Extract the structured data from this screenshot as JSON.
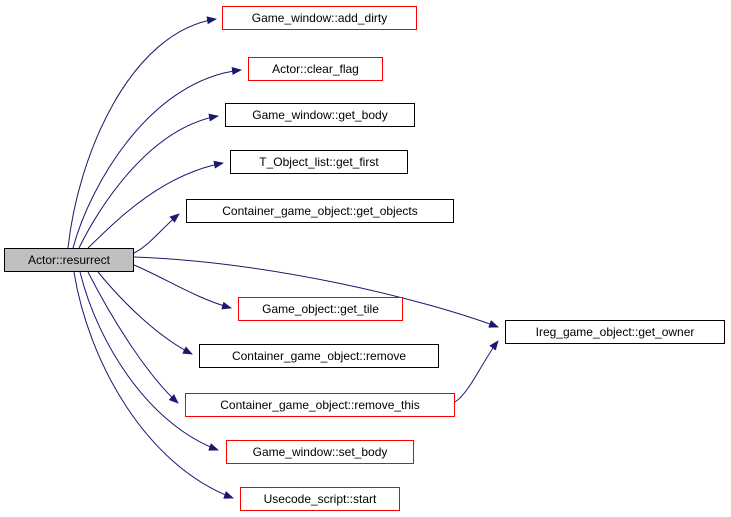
{
  "diagram": {
    "type": "call-graph",
    "root": "resurrect",
    "nodes": {
      "resurrect": {
        "label": "Actor::resurrect",
        "style": "root"
      },
      "add_dirty": {
        "label": "Game_window::add_dirty",
        "style": "red"
      },
      "clear_flag": {
        "label": "Actor::clear_flag",
        "style": "red"
      },
      "get_body": {
        "label": "Game_window::get_body",
        "style": "black"
      },
      "get_first": {
        "label": "T_Object_list::get_first",
        "style": "black"
      },
      "get_objects": {
        "label": "Container_game_object::get_objects",
        "style": "black"
      },
      "get_tile": {
        "label": "Game_object::get_tile",
        "style": "red"
      },
      "remove": {
        "label": "Container_game_object::remove",
        "style": "black"
      },
      "remove_this": {
        "label": "Container_game_object::remove_this",
        "style": "red"
      },
      "set_body": {
        "label": "Game_window::set_body",
        "style": "red"
      },
      "start": {
        "label": "Usecode_script::start",
        "style": "red"
      },
      "get_owner": {
        "label": "Ireg_game_object::get_owner",
        "style": "black"
      }
    },
    "edges": [
      {
        "from": "resurrect",
        "to": "add_dirty"
      },
      {
        "from": "resurrect",
        "to": "clear_flag"
      },
      {
        "from": "resurrect",
        "to": "get_body"
      },
      {
        "from": "resurrect",
        "to": "get_first"
      },
      {
        "from": "resurrect",
        "to": "get_objects"
      },
      {
        "from": "resurrect",
        "to": "get_tile"
      },
      {
        "from": "resurrect",
        "to": "remove"
      },
      {
        "from": "resurrect",
        "to": "remove_this"
      },
      {
        "from": "resurrect",
        "to": "set_body"
      },
      {
        "from": "resurrect",
        "to": "start"
      },
      {
        "from": "resurrect",
        "to": "get_owner"
      },
      {
        "from": "remove_this",
        "to": "get_owner"
      }
    ]
  },
  "colors": {
    "edge": "#191970",
    "highlight_border": "#ff0000",
    "default_border": "#000000",
    "root_background": "#c0c0c0",
    "node_background": "#ffffff"
  }
}
